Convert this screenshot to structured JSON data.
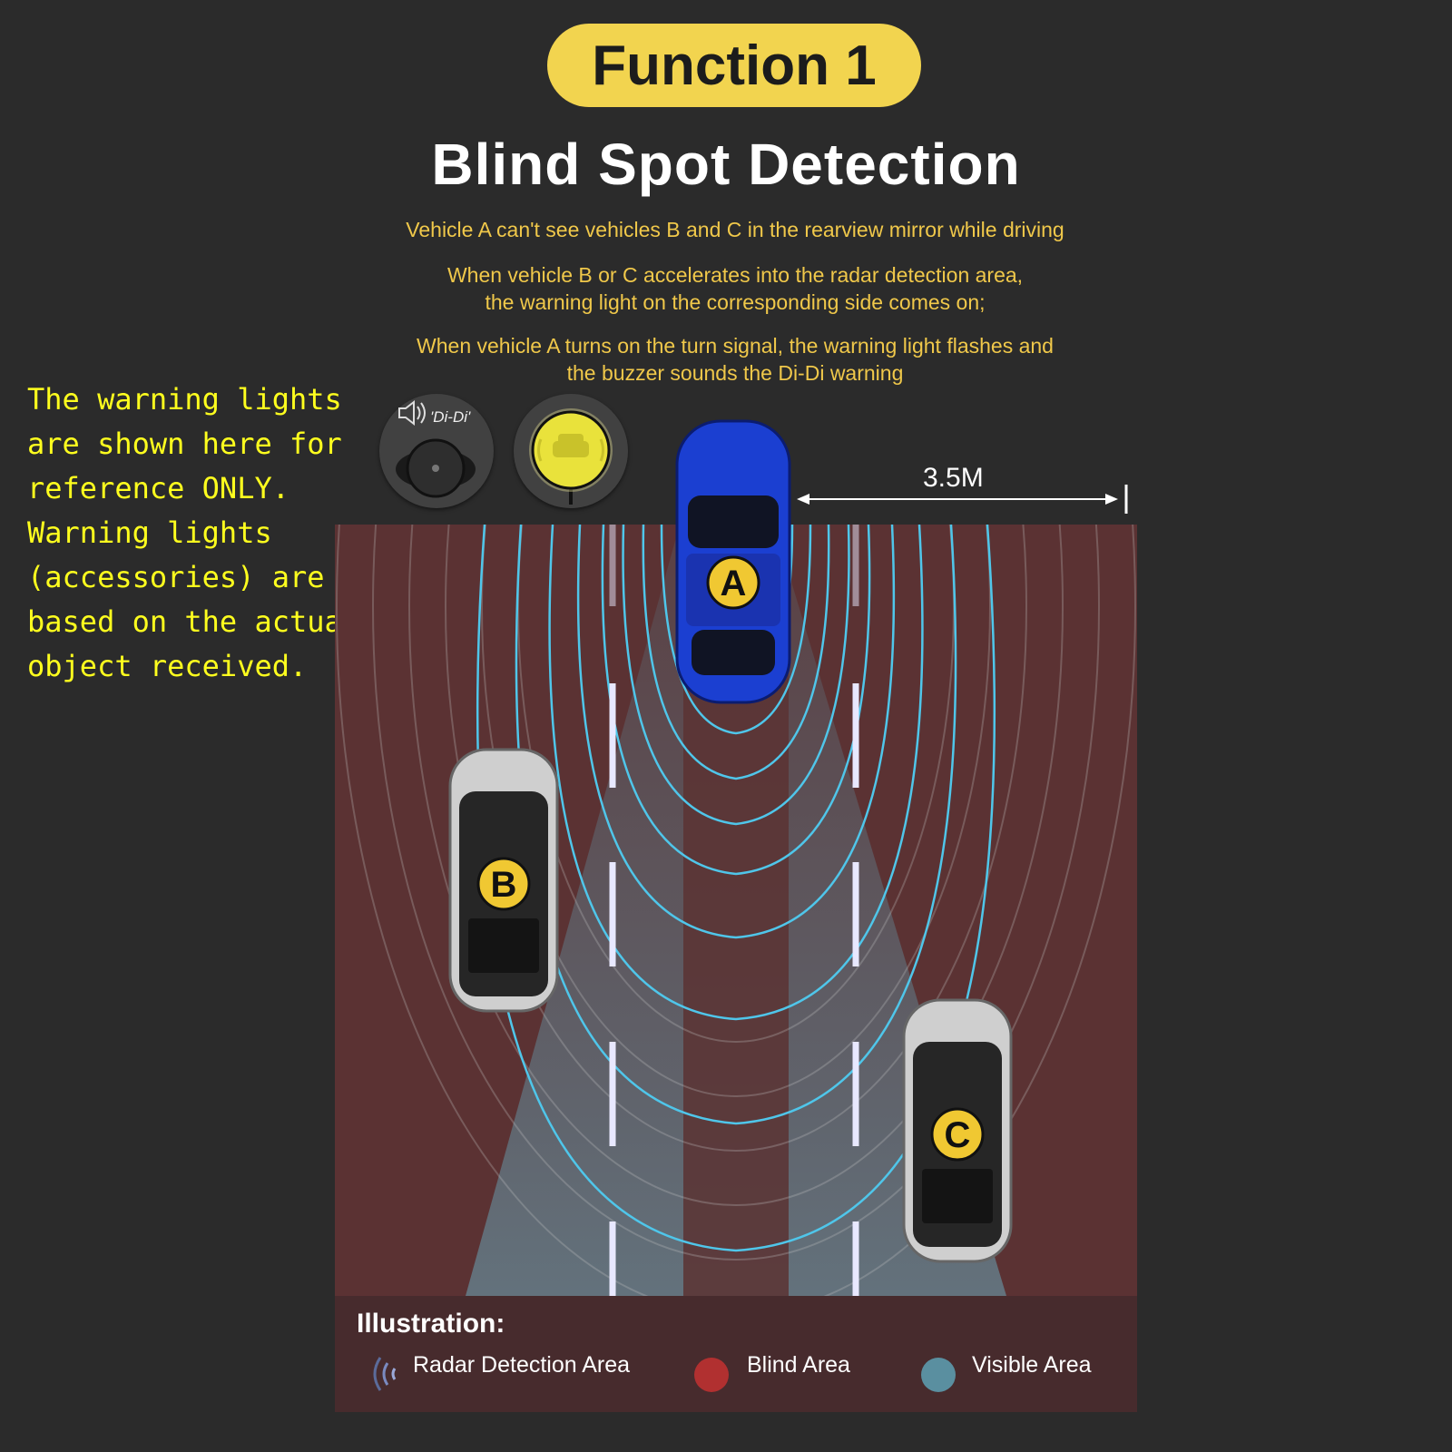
{
  "header": {
    "badge": "Function 1",
    "title": "Blind Spot Detection"
  },
  "description": {
    "line1": "Vehicle A can't see vehicles B and C in the rearview mirror while driving",
    "line2a": "When vehicle B or C accelerates into the radar detection area,",
    "line2b": "the warning light on the corresponding side comes on;",
    "line3a": "When vehicle A turns on the turn signal, the warning light flashes and",
    "line3b": "the buzzer sounds the Di-Di warning"
  },
  "note": "The warning lights\nare shown here for\nreference ONLY.\nWarning lights\n(accessories) are\nbased on the actual\nobject received.",
  "accessories": {
    "buzzer_label": "'Di-Di'"
  },
  "diagram": {
    "distance_label": "3.5M",
    "vehicles": [
      {
        "label": "A",
        "color": "#1b3fd1"
      },
      {
        "label": "B",
        "color": "#bdbdbd"
      },
      {
        "label": "C",
        "color": "#bdbdbd"
      }
    ]
  },
  "illustration": {
    "title": "Illustration:",
    "radar_label": "Radar Detection Area",
    "blind_label": "Blind Area",
    "visible_label": "Visible Area"
  },
  "colors": {
    "badge": "#f2d44f",
    "description_text": "#f0c84a",
    "note_text": "#ffff1e",
    "blind_area": "#b13030",
    "visible_area": "#5a8fa0",
    "radar_wave": "#4fc6ea"
  }
}
